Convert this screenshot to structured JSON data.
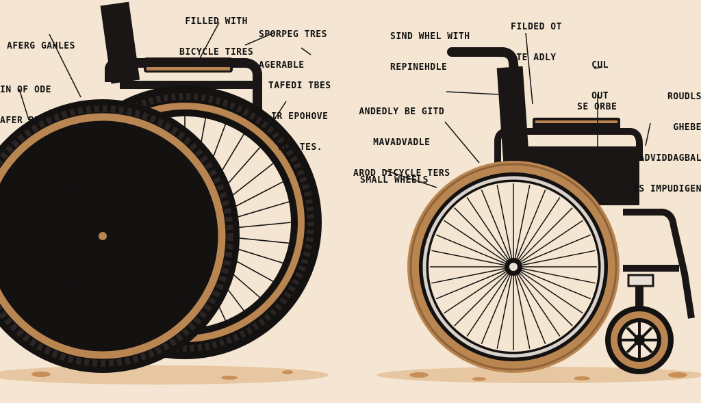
{
  "colors": {
    "background": "#f4e6d2",
    "tire_black": "#141111",
    "rim_tan": "#b98550",
    "frame_black": "#1a1616",
    "ground_sand": "#d9a774"
  },
  "left_labels": {
    "top_center": [
      "FILLED WITH",
      "BICYCLE TIRES"
    ],
    "top_right": [
      "SPORPEG TRES",
      "AGERABLE"
    ],
    "left_upper": [
      "AFERG GAHLES"
    ],
    "left_mid": [
      "IN OF ODE",
      "AFER BE"
    ],
    "right_mid": [
      "TAFEDI TBES",
      "IR EPOHOVE",
      "TIN TES."
    ]
  },
  "right_labels": {
    "top_center": [
      "FILDED OT",
      "TE ADLY"
    ],
    "top_left": [
      "SIND WHEL WITH",
      "REPINEHDLE"
    ],
    "cut_out": [
      "CUL",
      "OUT"
    ],
    "se_orbe": [
      "SE ORBE"
    ],
    "far_right": [
      "ROUDLS",
      "GHEBE",
      "ADVIDDAGBAL",
      "IS IMPUDIGEN"
    ],
    "mid_left": [
      "ANDEDLY BE GITD",
      "MAVADVADLE",
      "AROD DICYCLE TERS"
    ],
    "small_wheels": [
      "SMALL WHEELS"
    ]
  }
}
